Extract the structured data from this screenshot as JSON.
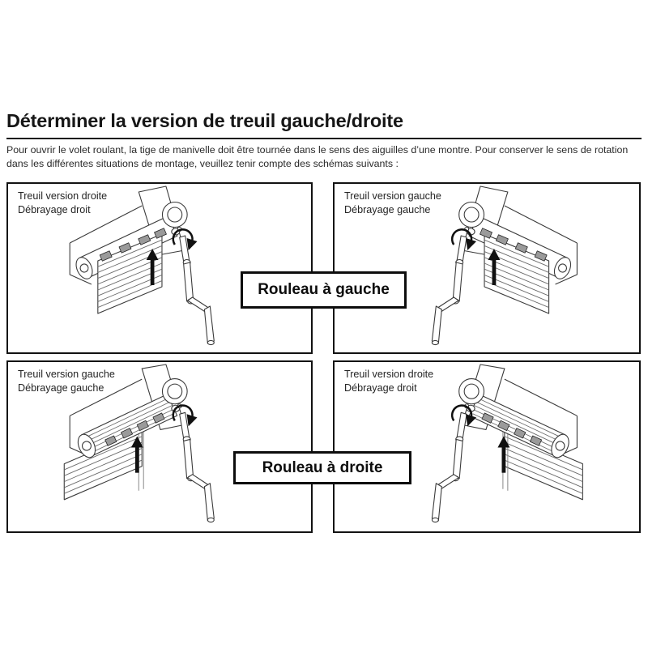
{
  "page": {
    "title": "Déterminer la version de treuil gauche/droite",
    "intro": "Pour ouvrir le volet roulant, la tige de manivelle doit être tournée dans le sens des aiguilles d’une montre. Pour conserver le sens de rotation dans les différentes situations de montage, veuillez tenir compte des schémas suivants :"
  },
  "panels": [
    {
      "position": "top-left",
      "caption_line1": "Treuil version droite",
      "caption_line2": "Débrayage droit",
      "diagram": "roller-shutter-crank-right-roll-left"
    },
    {
      "position": "top-right",
      "caption_line1": "Treuil version gauche",
      "caption_line2": "Débrayage gauche",
      "diagram": "roller-shutter-crank-left-roll-left"
    },
    {
      "position": "bottom-left",
      "caption_line1": "Treuil version gauche",
      "caption_line2": "Débrayage gauche",
      "diagram": "roller-shutter-crank-right-roll-right"
    },
    {
      "position": "bottom-right",
      "caption_line1": "Treuil version droite",
      "caption_line2": "Débrayage droit",
      "diagram": "roller-shutter-crank-left-roll-right"
    }
  ],
  "callouts": {
    "roll_left": "Rouleau à gauche",
    "roll_right": "Rouleau à droite"
  },
  "icons": {
    "rotation": "clockwise-rotation-arrow-icon",
    "direction": "up-arrow-icon"
  },
  "colors": {
    "background": "#ffffff",
    "text": "#1a1a1a",
    "line_art": "#3a3a3a",
    "panel_border": "#121212"
  }
}
